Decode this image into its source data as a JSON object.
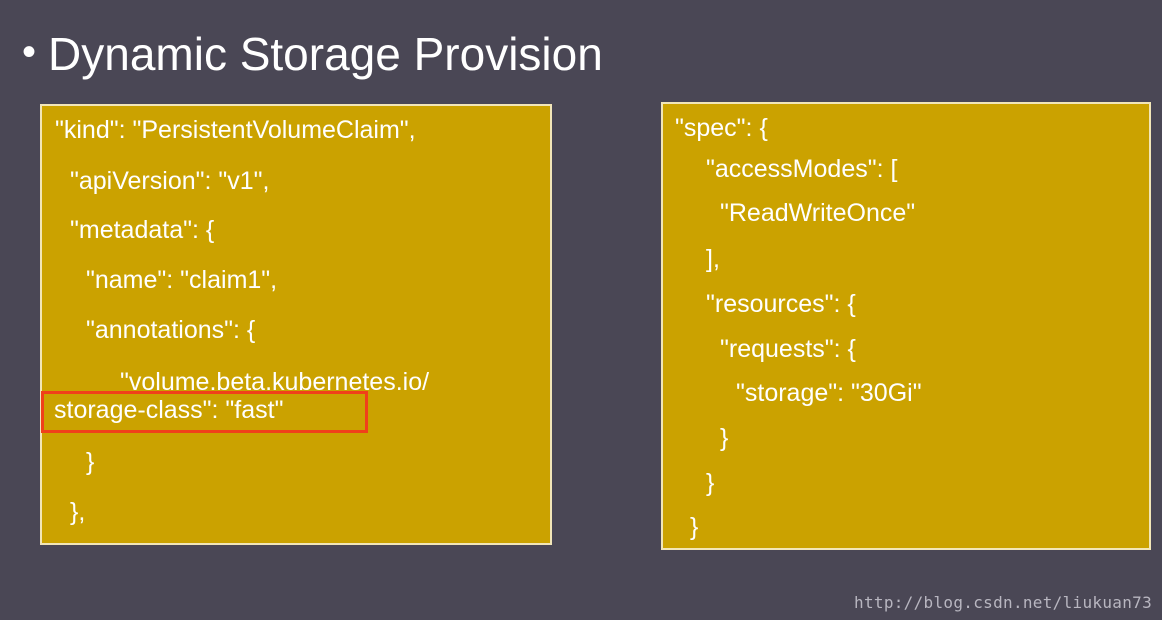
{
  "slide": {
    "bullet": "•",
    "title": "Dynamic Storage Provision"
  },
  "left_panel": {
    "lines": [
      "\"kind\": \"PersistentVolumeClaim\",",
      "\"apiVersion\": \"v1\",",
      "\"metadata\": {",
      "\"name\": \"claim1\",",
      "\"annotations\": {",
      "\"volume.beta.kubernetes.io/",
      "storage-class\": \"fast\"",
      "}",
      "},"
    ]
  },
  "right_panel": {
    "lines": [
      "\"spec\": {",
      "\"accessModes\": [",
      "\"ReadWriteOnce\"",
      "],",
      "\"resources\": {",
      "\"requests\": {",
      "\"storage\": \"30Gi\"",
      "}",
      "}",
      "}"
    ]
  },
  "watermark": "http://blog.csdn.net/liukuan73",
  "colors": {
    "background": "#4a4755",
    "panel": "#cba200",
    "panel_border": "#f2e6b8",
    "highlight": "#f0401a",
    "text": "#ffffff"
  }
}
